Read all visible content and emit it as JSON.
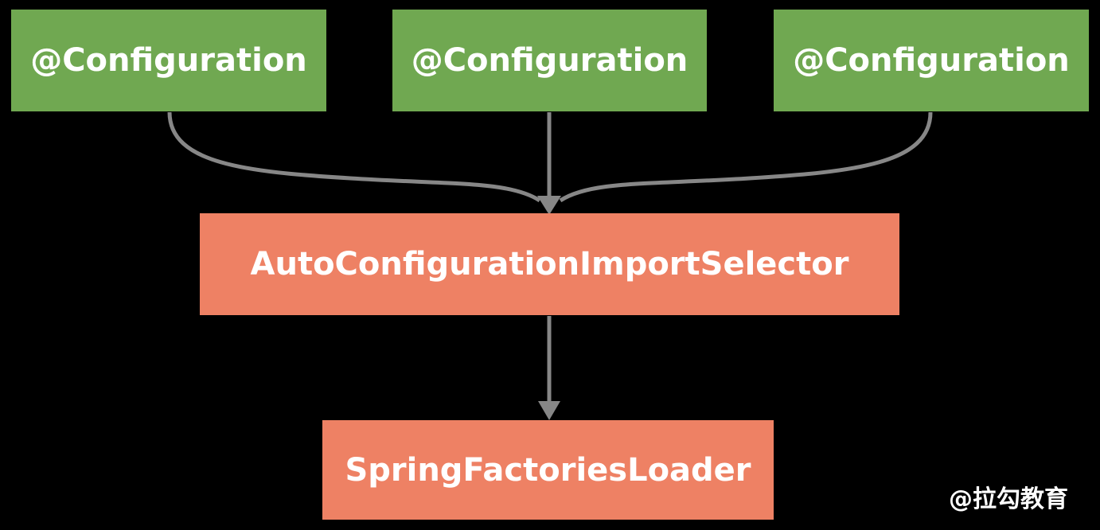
{
  "colors": {
    "background": "#000000",
    "green_box": "#70A851",
    "orange_box": "#EE8164",
    "arrow": "#878787",
    "text": "#FFFFFF"
  },
  "diagram": {
    "type": "flow-diagram",
    "top_nodes": [
      {
        "label": "@Configuration"
      },
      {
        "label": "@Configuration"
      },
      {
        "label": "@Configuration"
      }
    ],
    "middle_node": {
      "label": "AutoConfigurationImportSelector"
    },
    "bottom_node": {
      "label": "SpringFactoriesLoader"
    },
    "edges": [
      {
        "from": "top-node-1",
        "to": "middle-node"
      },
      {
        "from": "top-node-2",
        "to": "middle-node"
      },
      {
        "from": "top-node-3",
        "to": "middle-node"
      },
      {
        "from": "middle-node",
        "to": "bottom-node"
      }
    ]
  },
  "watermark": {
    "label": "@拉勾教育"
  }
}
